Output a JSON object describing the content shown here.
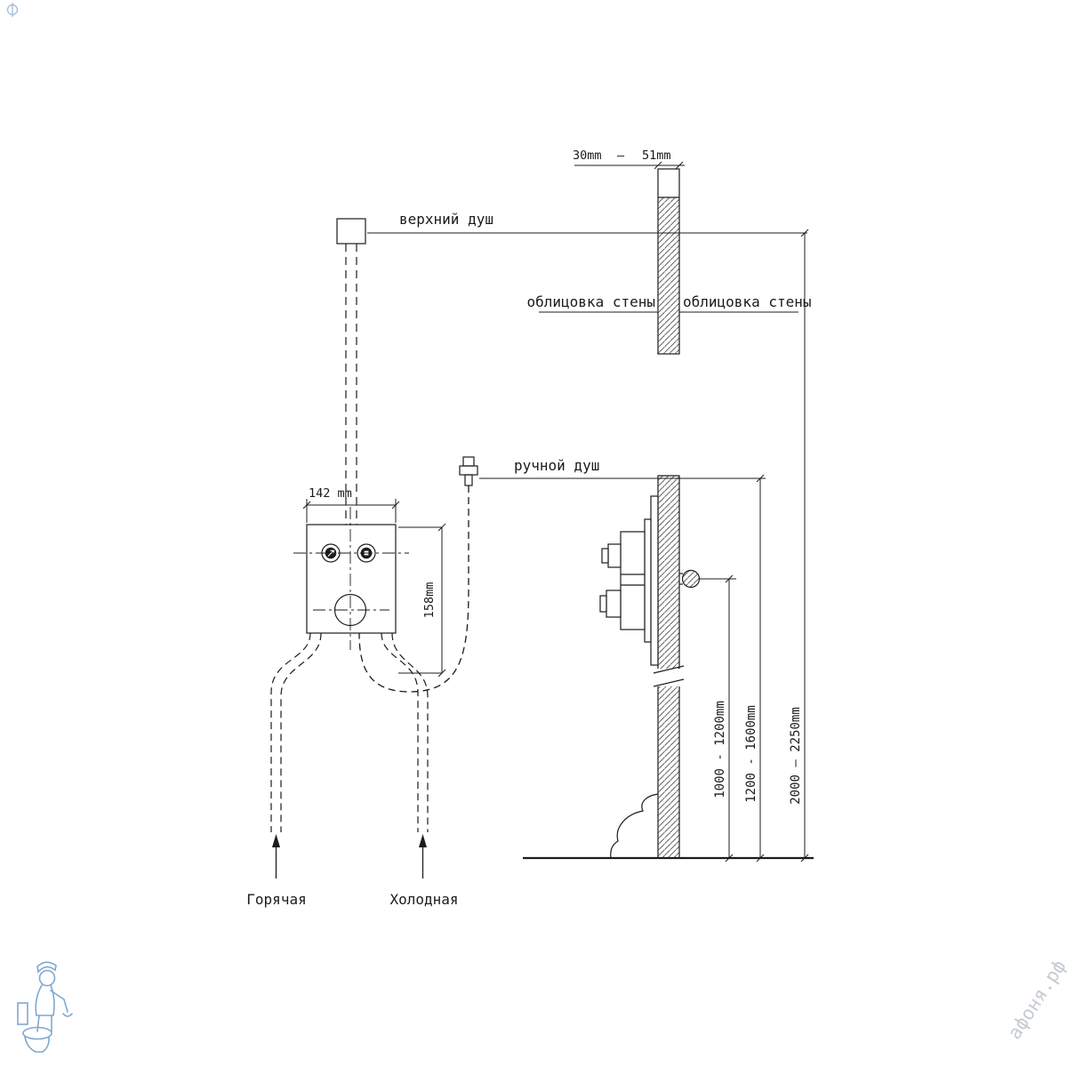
{
  "diagram": {
    "type": "shower-system-installation-drawing",
    "labels": {
      "overhead_shower": "верхний душ",
      "hand_shower": "ручной душ",
      "wall_cladding_left": "облицовка стены",
      "wall_cladding_right": "облицовка стены",
      "hot_supply": "Горячая",
      "cold_supply": "Холодная"
    },
    "dimensions": {
      "wall_thickness_min": "30mm",
      "wall_thickness_sep": "—",
      "wall_thickness_max": "51mm",
      "valve_box_width": "142 mm",
      "valve_box_height": "158mm",
      "outlet_height_range": "1000 - 1200mm",
      "hand_shower_height_range": "1200 - 1600mm",
      "overhead_shower_height_range": "2000 — 2250mm"
    },
    "watermark": {
      "site_name": "афоня.рф"
    },
    "colors": {
      "line_color": "#1c1c1c",
      "watermark_blue": "#7fa8cf",
      "watermark_gray": "#c6cbd3",
      "background": "#ffffff"
    }
  }
}
